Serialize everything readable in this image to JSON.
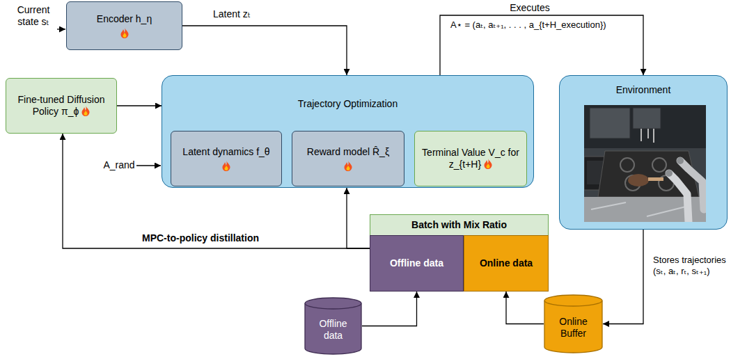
{
  "diagram": {
    "nodes": [
      {
        "text": [
          "Encoder h_η"
        ]
      },
      {
        "text": [
          "Fine-tuned Diffusion Policy π_ϕ"
        ]
      },
      {
        "text": [
          "Trajectory Optimization"
        ]
      },
      {
        "text": [
          "Latent dynamics f_θ"
        ],
        "in": 2
      },
      {
        "text": [
          "Reward model R̂_ξ"
        ],
        "in": 2
      },
      {
        "text": [
          "Terminal Value V_c for z_{t+H}"
        ],
        "in": 2
      },
      {
        "text": [
          "Environment"
        ]
      },
      {
        "text": [
          "Batch with Mix Ratio"
        ]
      },
      {
        "text": [
          "Offline data"
        ],
        "in": 7
      },
      {
        "text": [
          "Online data"
        ],
        "in": 7
      },
      {
        "text": [
          "Offline data"
        ]
      },
      {
        "text": [
          "Online Buffer"
        ]
      }
    ],
    "edges": [
      {
        "from": 0,
        "to": 2,
        "arrow": "to",
        "label": "Latent zₜ"
      },
      {
        "from": 1,
        "to": 2,
        "arrow": "to"
      },
      {
        "from": 2,
        "to": 6,
        "arrow": "to",
        "label": "Executes"
      },
      {
        "from": 6,
        "to": 11,
        "arrow": "to",
        "label": "Stores trajectories (sₜ, aₜ, rₜ, sₜ₊₁)"
      },
      {
        "from": 11,
        "to": 9,
        "arrow": "to"
      },
      {
        "from": 10,
        "to": 8,
        "arrow": "to"
      },
      {
        "from": 7,
        "to": 2,
        "arrow": "to"
      },
      {
        "from": 7,
        "to": 1,
        "arrow": "to",
        "label": "MPC-to-policy distillation"
      }
    ],
    "labels": [
      "Current state sₜ",
      "A_rand",
      "A⋆ = (aₜ, aₜ₊₁, . . . , a_{t+H_execution})"
    ]
  }
}
